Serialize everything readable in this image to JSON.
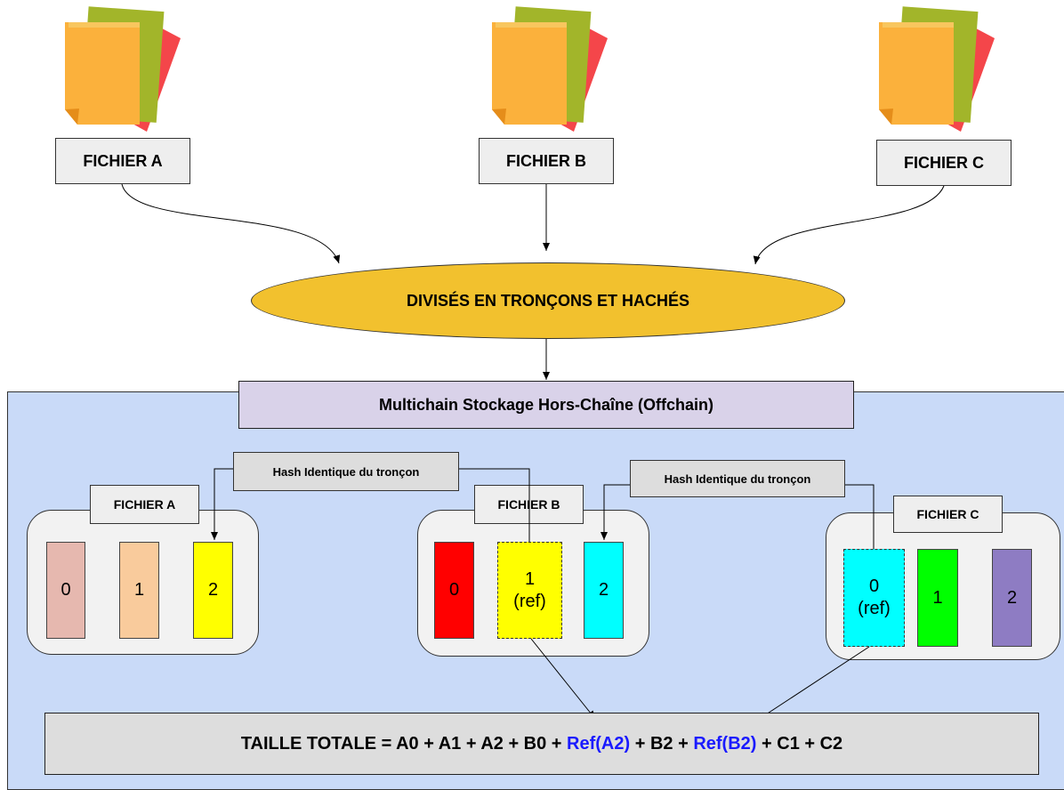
{
  "top_files": [
    {
      "label": "FICHIER A",
      "icon": "documents-icon"
    },
    {
      "label": "FICHIER B",
      "icon": "documents-icon"
    },
    {
      "label": "FICHIER C",
      "icon": "documents-icon"
    }
  ],
  "process": {
    "label": "DIVISÉS EN TRONÇONS ET HACHÉS"
  },
  "storage": {
    "title": "Multichain Stockage Hors-Chaîne (Offchain)"
  },
  "hash_notes": [
    "Hash Identique du tronçon",
    "Hash Identique du tronçon"
  ],
  "groups": [
    {
      "label": "FICHIER A",
      "chunks": [
        "0",
        "1",
        "2"
      ]
    },
    {
      "label": "FICHIER B",
      "chunks": [
        "0",
        "1",
        "(ref)",
        "2"
      ]
    },
    {
      "label": "FICHIER C",
      "chunks": [
        "0",
        "(ref)",
        "1",
        "2"
      ]
    }
  ],
  "total": {
    "prefix": "TAILLE TOTALE = A0 + A1 + A2 + B0 + ",
    "ref1": "Ref(A2)",
    "mid": " + B2 + ",
    "ref2": "Ref(B2)",
    "suffix": " + C1 + C2"
  },
  "colors": {
    "ellipse": "#f2c12e",
    "storage_bg": "#c9daf8",
    "title_bg": "#d9d2e9",
    "chunk_a0": "#e6b8af",
    "chunk_a1": "#f9cb9c",
    "chunk_yellow": "#ffff00",
    "chunk_red": "#ff0000",
    "chunk_cyan": "#00ffff",
    "chunk_green": "#00ff00",
    "chunk_purple": "#8e7cc3",
    "ref_text": "#1a1aff"
  }
}
